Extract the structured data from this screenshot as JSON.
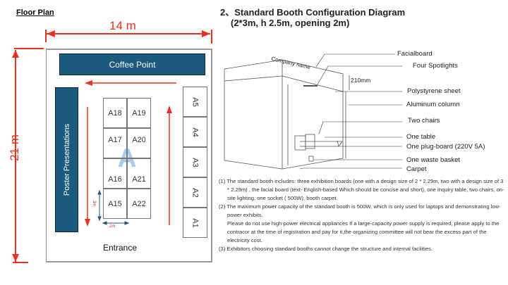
{
  "floor_plan": {
    "title": "Floor Plan",
    "width_label": "14 m",
    "height_label": "21 m",
    "coffee_point": "Coffee Point",
    "poster": "Poster Presentations",
    "zone_letter": "A",
    "center_booths": [
      [
        "A18",
        "A19"
      ],
      [
        "A17",
        "A20"
      ],
      [
        "A16",
        "A21"
      ],
      [
        "A15",
        "A22"
      ]
    ],
    "right_booths": [
      "A5",
      "A4",
      "A3",
      "A2",
      "A1"
    ],
    "dim_height": "3m",
    "dim_width": "2m",
    "entrance": "Entrance",
    "accent_color": "#e8321e",
    "block_color": "#1a5b7d"
  },
  "booth": {
    "title": "2、Standard Booth Configuration Diagram",
    "subtitle": "(2*3m, h 2.5m,  opening 2m)",
    "company_name": "Company name",
    "dim": "210mm",
    "labels": [
      "Facialboard",
      "Four Spotlights",
      "Polystyrene sheet",
      "Aluminum column",
      "Two chairs",
      "One table",
      "One plug-board (220V 5A)",
      "One waste basket",
      "Carpet"
    ],
    "notes": [
      "(1) The standard booth includes: three exhibition boards (one with a design size of 2 * 2.29m, two with a design size of 3 * 2.29m) , the facial board (text- English-based Which should be concise and short), one inquiry table, two chairs, on-site lighting, one socket ( 500W), booth carpet.",
      "(2) The maximum power capacity of the standard booth is 500W, which is only used for laptops and demonstrating low-power exhibits.",
      "Please do not use high-power electrical appliances If a large-capacity power supply is required, please apply to the contracor at the time of registration and pay for it,the organizing committee will not bear the excess part of the electricity cost.",
      "(3) Exhibitors choosing standard booths cannot change the structure and internal facilities."
    ]
  }
}
